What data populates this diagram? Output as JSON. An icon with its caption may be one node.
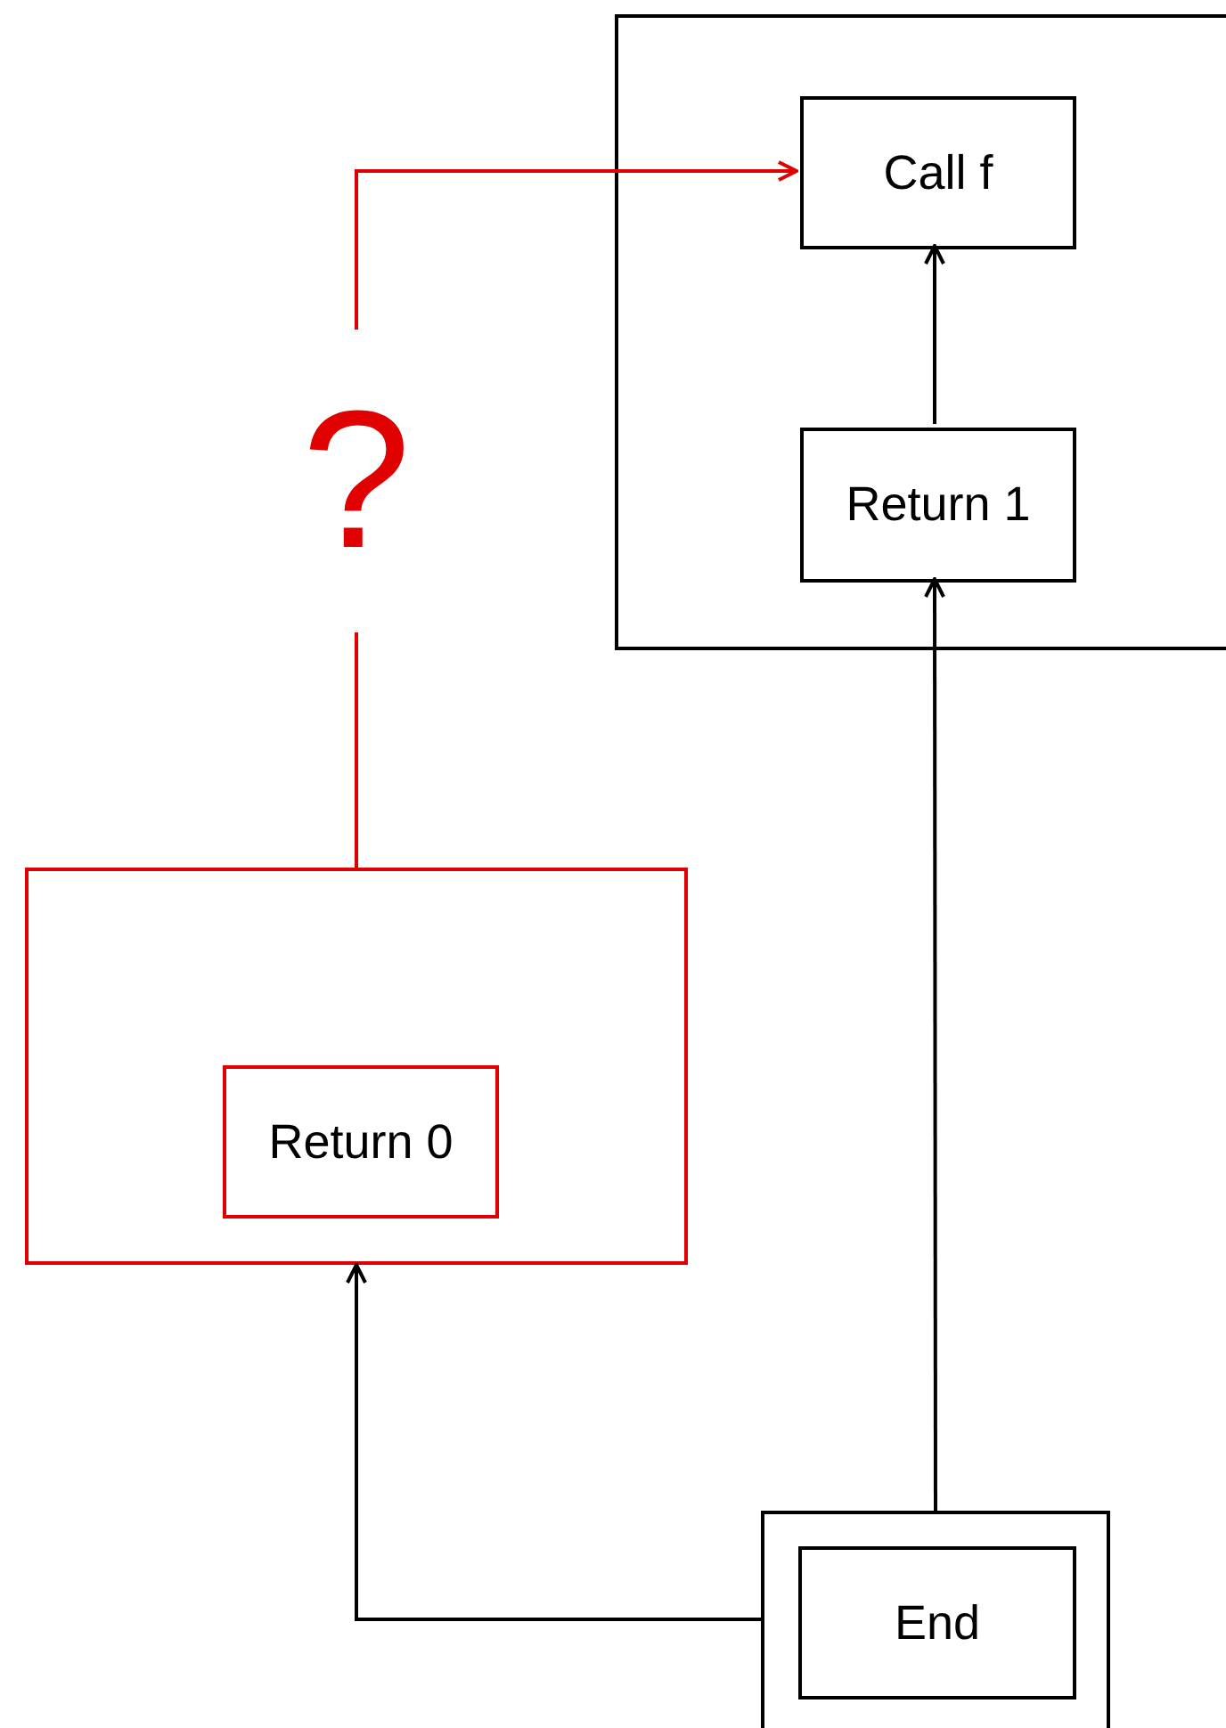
{
  "diagram": {
    "nodes": [
      {
        "text": [],
        "shape": "box"
      },
      {
        "text": [
          "Call f"
        ],
        "in": 0
      },
      {
        "text": [
          "Return 1"
        ],
        "in": 0
      },
      {
        "text": [],
        "shape": "box"
      },
      {
        "text": [
          "Return 0"
        ],
        "in": 3
      },
      {
        "text": [],
        "shape": "box"
      },
      {
        "text": [
          "End"
        ],
        "in": 5
      }
    ],
    "edges": [
      {
        "from": 3,
        "to": 1,
        "arrow": "to",
        "label": "?",
        "color": "#e00000"
      },
      {
        "from": 2,
        "to": 1,
        "arrow": "to"
      },
      {
        "from": 5,
        "to": 2,
        "arrow": "to"
      },
      {
        "from": 5,
        "to": 3,
        "arrow": "to"
      }
    ]
  }
}
